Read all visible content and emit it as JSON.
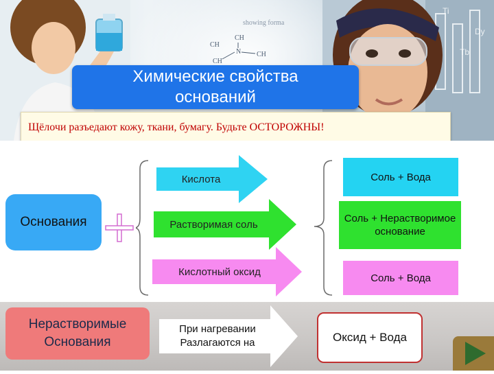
{
  "title": "Химические свойства оснований",
  "warning": "Щёлочи разъедают кожу, ткани, бумагу. Будьте ОСТОРОЖНЫ!",
  "formula": {
    "line1": "CH",
    "line2": "CH",
    "line3": "N",
    "line4": "CH",
    "line5": "CH",
    "caption": "showing forma"
  },
  "left_box": "Основания",
  "arrows": [
    {
      "label": "Кислота",
      "color": "#2fd3f2"
    },
    {
      "label": "Растворимая соль",
      "color": "#2fe12f"
    },
    {
      "label": "Кислотный оксид",
      "color": "#f78af0"
    }
  ],
  "results": [
    {
      "text": "Соль + Вода"
    },
    {
      "text": "Соль + Нерастворимое основание"
    },
    {
      "text": "Соль + Вода"
    }
  ],
  "bottom": {
    "left_box": "Нерастворимые Основания",
    "arrow_label": "При нагревании Разлагаются на",
    "result": "Оксид + Вода"
  },
  "colors": {
    "title_bg": "#1f74e8",
    "bases_bg": "#38a9f5",
    "warning_text": "#c00000",
    "insoluble_bg": "#ef7a7a",
    "oxide_border": "#c03030",
    "heating_arrow": "#ffffff"
  },
  "icons": [
    "plus-icon",
    "play-icon"
  ]
}
